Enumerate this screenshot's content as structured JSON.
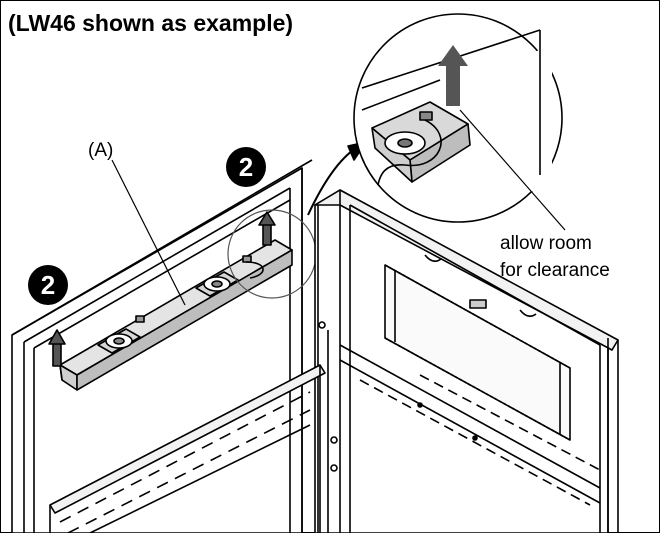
{
  "title": "(LW46 shown as example)",
  "labels": {
    "part_a": "(A)",
    "callout_line1": "allow room",
    "callout_line2": "for clearance"
  },
  "steps": [
    "2",
    "2"
  ]
}
